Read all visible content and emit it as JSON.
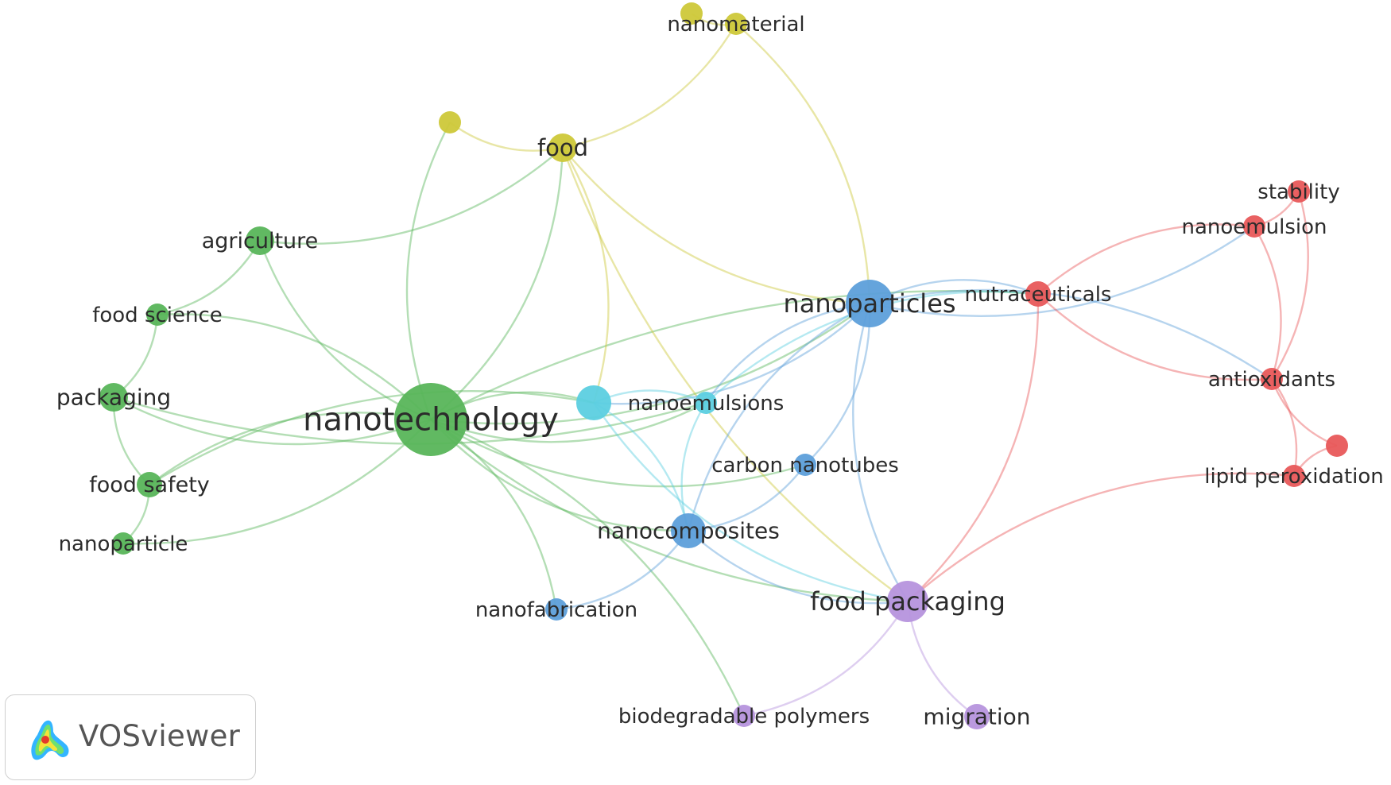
{
  "network": {
    "clusters": {
      "red": "#e8595a",
      "green": "#58b55a",
      "blue": "#5d9fda",
      "yellow": "#cdc839",
      "purple": "#b693dd",
      "cyan": "#5ccfe0"
    },
    "nodes": [
      {
        "id": "nanotechnology",
        "label": "nanotechnology",
        "cluster": "green",
        "weight": 10
      },
      {
        "id": "agriculture",
        "label": "agriculture",
        "cluster": "green",
        "weight": 3
      },
      {
        "id": "food_science",
        "label": "food science",
        "cluster": "green",
        "weight": 2
      },
      {
        "id": "packaging",
        "label": "packaging",
        "cluster": "green",
        "weight": 3
      },
      {
        "id": "food_safety",
        "label": "food safety",
        "cluster": "green",
        "weight": 2.5
      },
      {
        "id": "nanoparticle",
        "label": "nanoparticle",
        "cluster": "green",
        "weight": 2
      },
      {
        "id": "food",
        "label": "food",
        "cluster": "yellow",
        "weight": 3
      },
      {
        "id": "nanomaterial",
        "label": "nanomaterial",
        "cluster": "yellow",
        "weight": 2
      },
      {
        "id": "yellow_small_1",
        "label": "",
        "cluster": "yellow",
        "weight": 2
      },
      {
        "id": "yellow_small_2",
        "label": "",
        "cluster": "yellow",
        "weight": 2
      },
      {
        "id": "nanoparticles",
        "label": "nanoparticles",
        "cluster": "blue",
        "weight": 6
      },
      {
        "id": "carbon_nanotubes",
        "label": "carbon nanotubes",
        "cluster": "blue",
        "weight": 2
      },
      {
        "id": "nanocomposites",
        "label": "nanocomposites",
        "cluster": "blue",
        "weight": 4
      },
      {
        "id": "nanofabrication",
        "label": "nanofabrication",
        "cluster": "blue",
        "weight": 2
      },
      {
        "id": "cyan_hub",
        "label": "",
        "cluster": "cyan",
        "weight": 4
      },
      {
        "id": "nanoemulsions",
        "label": "nanoemulsions",
        "cluster": "cyan",
        "weight": 2
      },
      {
        "id": "nutraceuticals",
        "label": "nutraceuticals",
        "cluster": "red",
        "weight": 2.5
      },
      {
        "id": "stability",
        "label": "stability",
        "cluster": "red",
        "weight": 2
      },
      {
        "id": "nanoemulsion",
        "label": "nanoemulsion",
        "cluster": "red",
        "weight": 2
      },
      {
        "id": "antioxidants",
        "label": "antioxidants",
        "cluster": "red",
        "weight": 2
      },
      {
        "id": "lipid_peroxidation",
        "label": "lipid peroxidation",
        "cluster": "red",
        "weight": 2
      },
      {
        "id": "red_small",
        "label": "",
        "cluster": "red",
        "weight": 2
      },
      {
        "id": "food_packaging",
        "label": "food packaging",
        "cluster": "purple",
        "weight": 5
      },
      {
        "id": "biodegradable_polymers",
        "label": "biodegradable polymers",
        "cluster": "purple",
        "weight": 2
      },
      {
        "id": "migration",
        "label": "migration",
        "cluster": "purple",
        "weight": 2.5
      }
    ],
    "links": [
      [
        "nanotechnology",
        "agriculture"
      ],
      [
        "nanotechnology",
        "food_science"
      ],
      [
        "nanotechnology",
        "packaging"
      ],
      [
        "nanotechnology",
        "food_safety"
      ],
      [
        "nanotechnology",
        "nanoparticle"
      ],
      [
        "nanotechnology",
        "food"
      ],
      [
        "nanotechnology",
        "yellow_small_2"
      ],
      [
        "nanotechnology",
        "nanoemulsions"
      ],
      [
        "nanotechnology",
        "cyan_hub"
      ],
      [
        "nanotechnology",
        "nanocomposites"
      ],
      [
        "nanotechnology",
        "nanofabrication"
      ],
      [
        "nanotechnology",
        "nanoparticles"
      ],
      [
        "nanotechnology",
        "nutraceuticals"
      ],
      [
        "nanotechnology",
        "food_packaging"
      ],
      [
        "nanotechnology",
        "biodegradable_polymers"
      ],
      [
        "nanotechnology",
        "carbon_nanotubes"
      ],
      [
        "agriculture",
        "food_science"
      ],
      [
        "agriculture",
        "food"
      ],
      [
        "food_science",
        "packaging"
      ],
      [
        "packaging",
        "food_safety"
      ],
      [
        "food_safety",
        "nanoparticle"
      ],
      [
        "packaging",
        "nanoemulsions"
      ],
      [
        "food_safety",
        "cyan_hub"
      ],
      [
        "food",
        "nanomaterial"
      ],
      [
        "food",
        "yellow_small_2"
      ],
      [
        "food",
        "nanoparticles"
      ],
      [
        "food",
        "cyan_hub"
      ],
      [
        "food",
        "food_packaging"
      ],
      [
        "nanomaterial",
        "nanoparticles"
      ],
      [
        "yellow_small_1",
        "nanomaterial"
      ],
      [
        "nanoparticles",
        "cyan_hub"
      ],
      [
        "nanoparticles",
        "nanoemulsions"
      ],
      [
        "nanoparticles",
        "carbon_nanotubes"
      ],
      [
        "nanoparticles",
        "nanocomposites"
      ],
      [
        "nanoparticles",
        "nutraceuticals"
      ],
      [
        "nanoparticles",
        "food_packaging"
      ],
      [
        "nanoparticles",
        "antioxidants"
      ],
      [
        "nanoparticles",
        "nanoemulsion"
      ],
      [
        "cyan_hub",
        "nanocomposites"
      ],
      [
        "cyan_hub",
        "food_packaging"
      ],
      [
        "cyan_hub",
        "nanoemulsions"
      ],
      [
        "nanoemulsions",
        "nanocomposites"
      ],
      [
        "nanoemulsions",
        "nutraceuticals"
      ],
      [
        "nanocomposites",
        "food_packaging"
      ],
      [
        "nanocomposites",
        "nanofabrication"
      ],
      [
        "nanocomposites",
        "carbon_nanotubes"
      ],
      [
        "nutraceuticals",
        "nanoemulsion"
      ],
      [
        "nutraceuticals",
        "antioxidants"
      ],
      [
        "nutraceuticals",
        "food_packaging"
      ],
      [
        "nanoemulsion",
        "stability"
      ],
      [
        "nanoemulsion",
        "antioxidants"
      ],
      [
        "antioxidants",
        "stability"
      ],
      [
        "antioxidants",
        "lipid_peroxidation"
      ],
      [
        "antioxidants",
        "red_small"
      ],
      [
        "lipid_peroxidation",
        "red_small"
      ],
      [
        "lipid_peroxidation",
        "food_packaging"
      ],
      [
        "food_packaging",
        "biodegradable_polymers"
      ],
      [
        "food_packaging",
        "migration"
      ]
    ]
  },
  "logo": {
    "text": "VOSviewer"
  }
}
